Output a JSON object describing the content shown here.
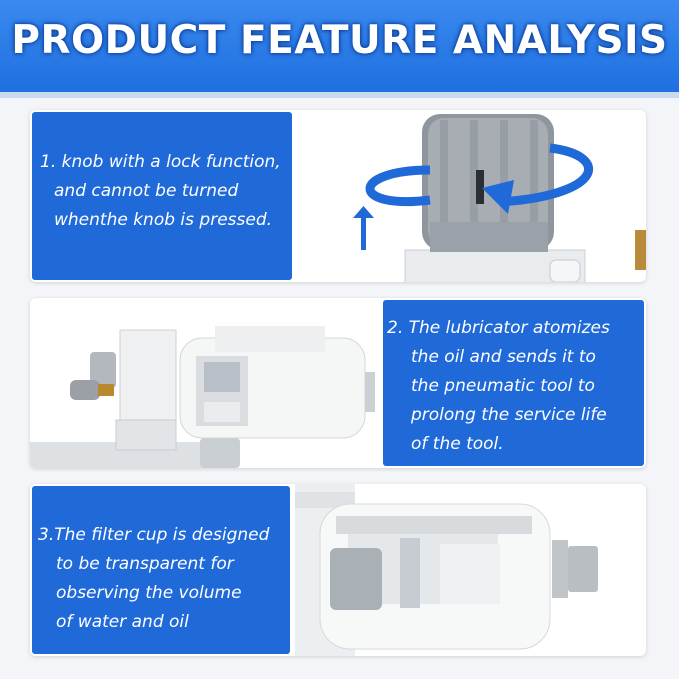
{
  "header": {
    "title": "PRODUCT FEATURE ANALYSIS"
  },
  "features": [
    {
      "lines": [
        "1. knob with a lock function,",
        "and cannot be turned",
        "whenthe knob is pressed."
      ]
    },
    {
      "lines": [
        "2. The lubricator atomizes",
        "the oil and sends it to",
        "the pneumatic tool to",
        "prolong the service life",
        "of the tool."
      ]
    },
    {
      "lines": [
        "3.The filter cup is designed",
        "to be transparent for",
        "observing the volume",
        "of water and oil"
      ]
    }
  ],
  "colors": {
    "header": "#2a7ce8",
    "card": "#1f6ad8",
    "text": "#ffffff",
    "arrow": "#1f6ad8"
  },
  "icons": [
    "rotation-arrow-icon",
    "up-arrow-icon",
    "knob-image",
    "lubricator-image",
    "filter-cup-image"
  ]
}
